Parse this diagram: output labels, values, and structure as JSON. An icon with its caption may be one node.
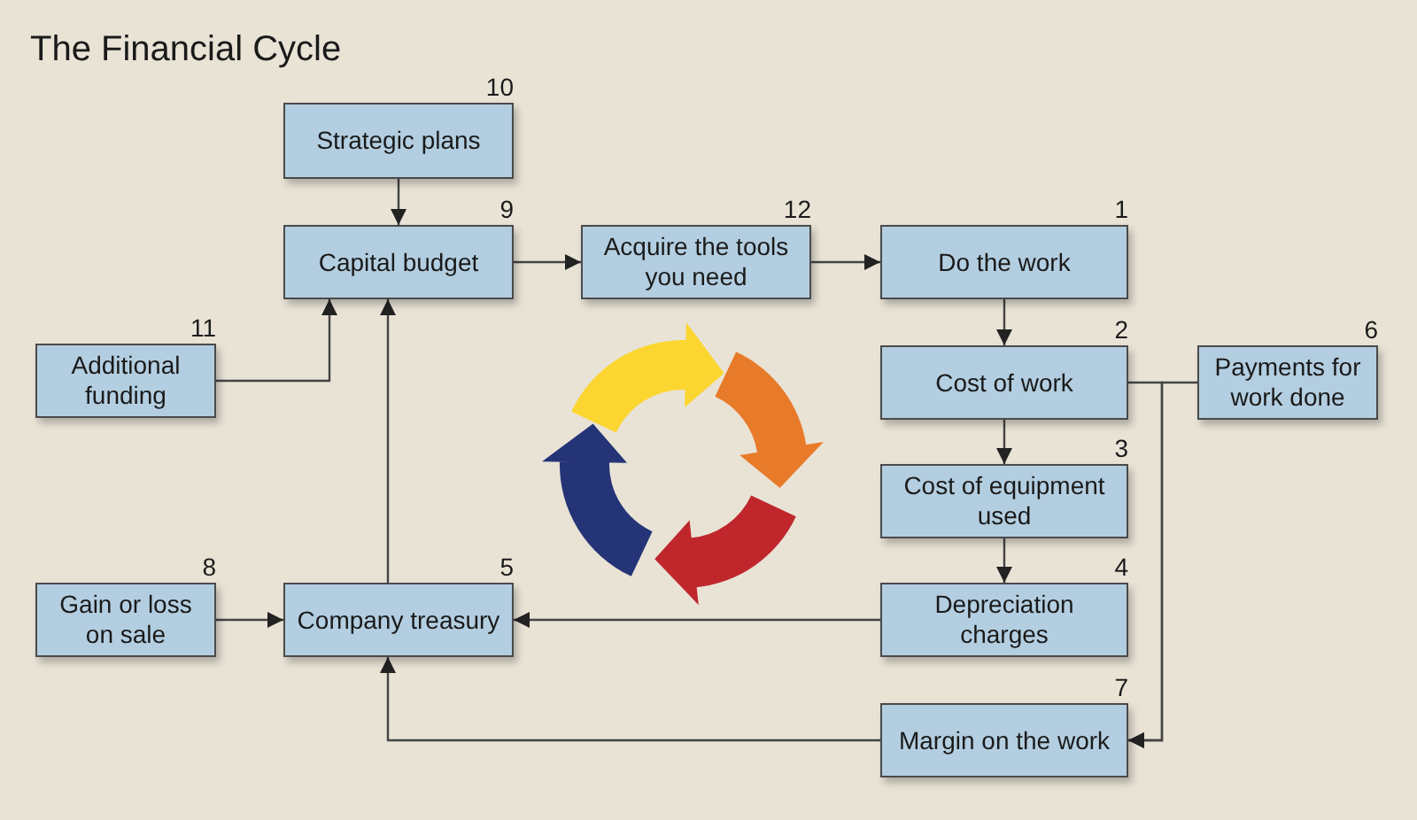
{
  "diagram": {
    "title": "The Financial Cycle",
    "nodes": [
      {
        "text": [
          "Strategic plans"
        ],
        "beside": [
          "10"
        ]
      },
      {
        "text": [
          "Capital budget"
        ],
        "beside": [
          "9"
        ]
      },
      {
        "text": [
          "Acquire the tools you need"
        ],
        "beside": [
          "12"
        ]
      },
      {
        "text": [
          "Do the work"
        ],
        "beside": [
          "1"
        ]
      },
      {
        "text": [
          "Additional funding"
        ],
        "beside": [
          "11"
        ]
      },
      {
        "text": [
          "Cost of work"
        ],
        "beside": [
          "2"
        ]
      },
      {
        "text": [
          "Payments for work done"
        ],
        "beside": [
          "6"
        ]
      },
      {
        "text": [
          "Cost of equipment used"
        ],
        "beside": [
          "3"
        ]
      },
      {
        "text": [
          "Gain or loss on sale"
        ],
        "beside": [
          "8"
        ]
      },
      {
        "text": [
          "Company treasury"
        ],
        "beside": [
          "5"
        ]
      },
      {
        "text": [
          "Depreciation charges"
        ],
        "beside": [
          "4"
        ]
      },
      {
        "text": [
          "Margin on the work"
        ],
        "beside": [
          "7"
        ]
      }
    ],
    "edges": [
      {
        "from": 0,
        "to": 1,
        "arrow": "to"
      },
      {
        "from": 1,
        "to": 2,
        "arrow": "to"
      },
      {
        "from": 2,
        "to": 3,
        "arrow": "to"
      },
      {
        "from": 3,
        "to": 5,
        "arrow": "to"
      },
      {
        "from": 5,
        "to": 7,
        "arrow": "to"
      },
      {
        "from": 7,
        "to": 10,
        "arrow": "to"
      },
      {
        "from": 4,
        "to": 1,
        "arrow": "to"
      },
      {
        "from": 9,
        "to": 1,
        "arrow": "to"
      },
      {
        "from": 8,
        "to": 9,
        "arrow": "to"
      },
      {
        "from": 10,
        "to": 9,
        "arrow": "to"
      },
      {
        "from": 11,
        "to": 9,
        "arrow": "to"
      },
      {
        "from": 5,
        "to": 11,
        "arrow": "to"
      },
      {
        "from": 6,
        "to": 11,
        "arrow": "to"
      }
    ]
  }
}
